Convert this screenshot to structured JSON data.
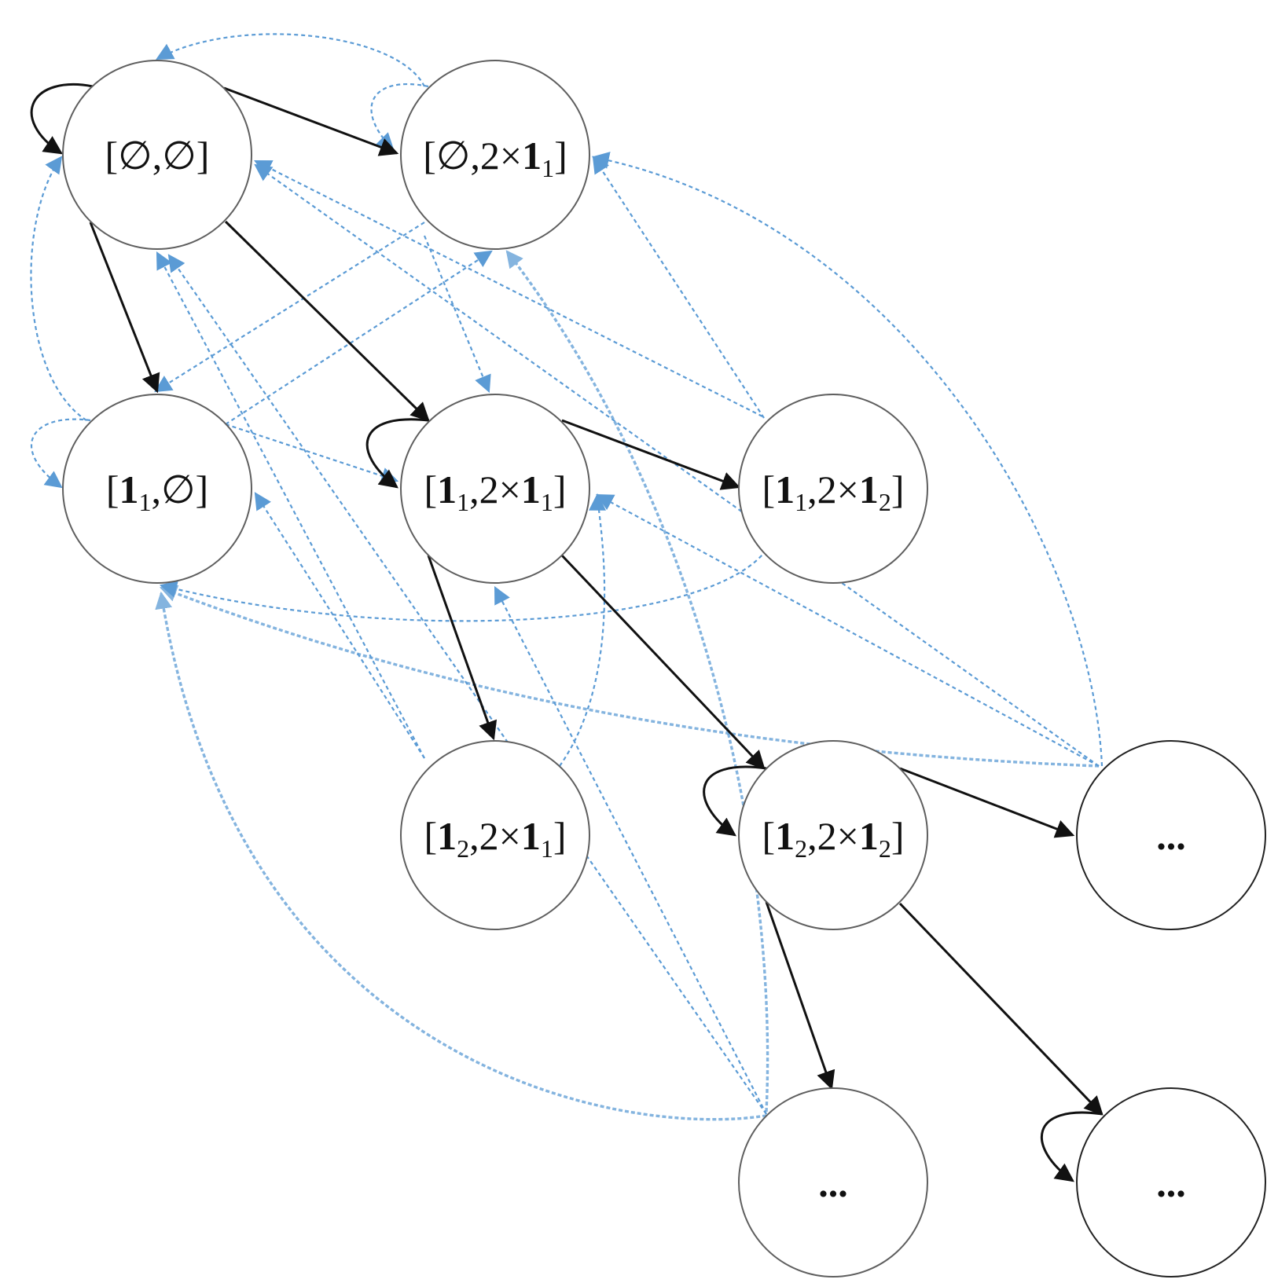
{
  "diagram": {
    "nodes": [
      {
        "id": "n00",
        "parts": [
          {
            "t": "[∅,∅]"
          }
        ]
      },
      {
        "id": "n01",
        "parts": [
          {
            "t": "[∅,2×"
          },
          {
            "t": "1",
            "b": true
          },
          {
            "t": "1",
            "sub": true
          },
          {
            "t": "]"
          }
        ]
      },
      {
        "id": "n10",
        "parts": [
          {
            "t": "["
          },
          {
            "t": "1",
            "b": true
          },
          {
            "t": "1",
            "sub": true
          },
          {
            "t": ",∅]"
          }
        ]
      },
      {
        "id": "n11",
        "parts": [
          {
            "t": "["
          },
          {
            "t": "1",
            "b": true
          },
          {
            "t": "1",
            "sub": true
          },
          {
            "t": ",2×"
          },
          {
            "t": "1",
            "b": true
          },
          {
            "t": "1",
            "sub": true
          },
          {
            "t": "]"
          }
        ]
      },
      {
        "id": "n12",
        "parts": [
          {
            "t": "["
          },
          {
            "t": "1",
            "b": true
          },
          {
            "t": "1",
            "sub": true
          },
          {
            "t": ",2×"
          },
          {
            "t": "1",
            "b": true
          },
          {
            "t": "2",
            "sub": true
          },
          {
            "t": "]"
          }
        ]
      },
      {
        "id": "n21",
        "parts": [
          {
            "t": "["
          },
          {
            "t": "1",
            "b": true
          },
          {
            "t": "2",
            "sub": true
          },
          {
            "t": ",2×"
          },
          {
            "t": "1",
            "b": true
          },
          {
            "t": "1",
            "sub": true
          },
          {
            "t": "]"
          }
        ]
      },
      {
        "id": "n22",
        "parts": [
          {
            "t": "["
          },
          {
            "t": "1",
            "b": true
          },
          {
            "t": "2",
            "sub": true
          },
          {
            "t": ",2×"
          },
          {
            "t": "1",
            "b": true
          },
          {
            "t": "2",
            "sub": true
          },
          {
            "t": "]"
          }
        ]
      },
      {
        "id": "nE1",
        "parts": [
          {
            "t": "...",
            "b": true
          }
        ]
      },
      {
        "id": "nE2",
        "parts": [
          {
            "t": "...",
            "b": true
          }
        ]
      },
      {
        "id": "nE3",
        "parts": [
          {
            "t": "...",
            "b": true
          }
        ]
      }
    ],
    "colors": {
      "solid_edge": "#111111",
      "dashed_edge": "#5b9bd5",
      "node_stroke": "#5f5f5f"
    }
  }
}
